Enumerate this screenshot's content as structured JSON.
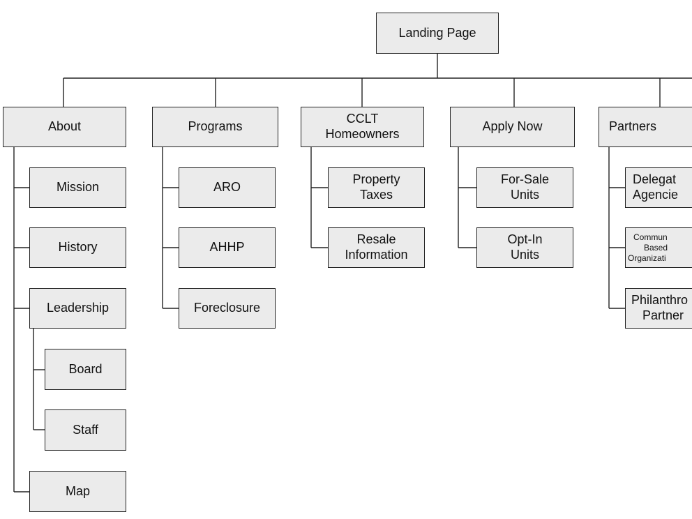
{
  "sitemap": {
    "root": {
      "label": "Landing Page"
    },
    "about": {
      "label": "About",
      "mission": "Mission",
      "history": "History",
      "leadership": "Leadership",
      "board": "Board",
      "staff": "Staff",
      "map": "Map"
    },
    "programs": {
      "label": "Programs",
      "aro": "ARO",
      "ahhp": "AHHP",
      "foreclosure": "Foreclosure"
    },
    "homeowners": {
      "label_line1": "CCLT",
      "label_line2": "Homeowners",
      "property_taxes_line1": "Property",
      "property_taxes_line2": "Taxes",
      "resale_line1": "Resale",
      "resale_line2": "Information"
    },
    "apply": {
      "label": "Apply Now",
      "for_sale_line1": "For-Sale",
      "for_sale_line2": "Units",
      "opt_in_line1": "Opt-In",
      "opt_in_line2": "Units"
    },
    "partners": {
      "label": "Partners",
      "delegate_line1": "Delegat",
      "delegate_line2": "Agencie",
      "community_line1": "Commun",
      "community_line2": "Based",
      "community_line3": "Organizati",
      "philanthropic_line1": "Philanthro",
      "philanthropic_line2": "Partner"
    }
  },
  "colors": {
    "box_fill": "#ebebeb",
    "box_border": "#222222",
    "line": "#222222"
  }
}
